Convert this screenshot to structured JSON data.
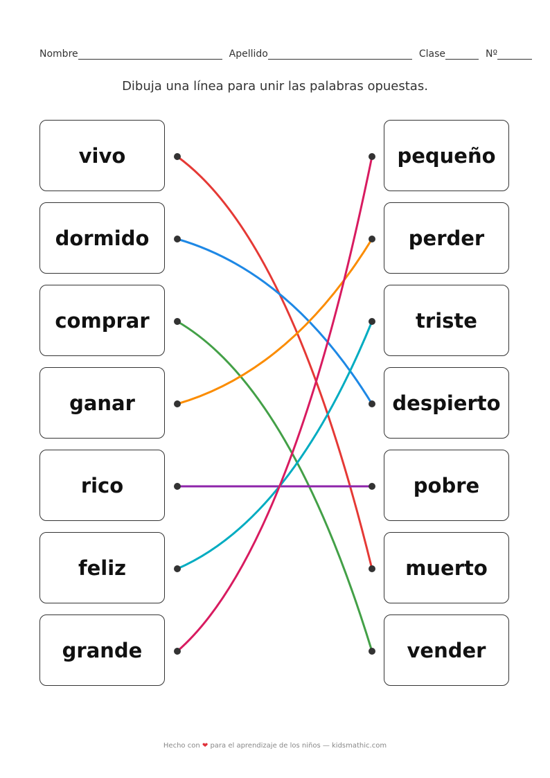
{
  "header": {
    "nombre": "Nombre",
    "apellido": "Apellido",
    "clase": "Clase",
    "numero": "Nº"
  },
  "instruction": "Dibuja una línea para unir las palabras opuestas.",
  "left_words": [
    "vivo",
    "dormido",
    "comprar",
    "ganar",
    "rico",
    "feliz",
    "grande"
  ],
  "right_words": [
    "pequeño",
    "perder",
    "triste",
    "despierto",
    "pobre",
    "muerto",
    "vender"
  ],
  "connections": [
    {
      "from": 0,
      "to": 5,
      "color": "#e53935"
    },
    {
      "from": 1,
      "to": 3,
      "color": "#1e88e5"
    },
    {
      "from": 2,
      "to": 6,
      "color": "#43a047"
    },
    {
      "from": 3,
      "to": 1,
      "color": "#fb8c00"
    },
    {
      "from": 4,
      "to": 4,
      "color": "#8e24aa"
    },
    {
      "from": 5,
      "to": 2,
      "color": "#00acc1"
    },
    {
      "from": 6,
      "to": 0,
      "color": "#d81b60"
    }
  ],
  "footer": {
    "before": "Hecho con",
    "heart": "❤",
    "after": "para el aprendizaje de los niños — kidsmathic.com"
  }
}
